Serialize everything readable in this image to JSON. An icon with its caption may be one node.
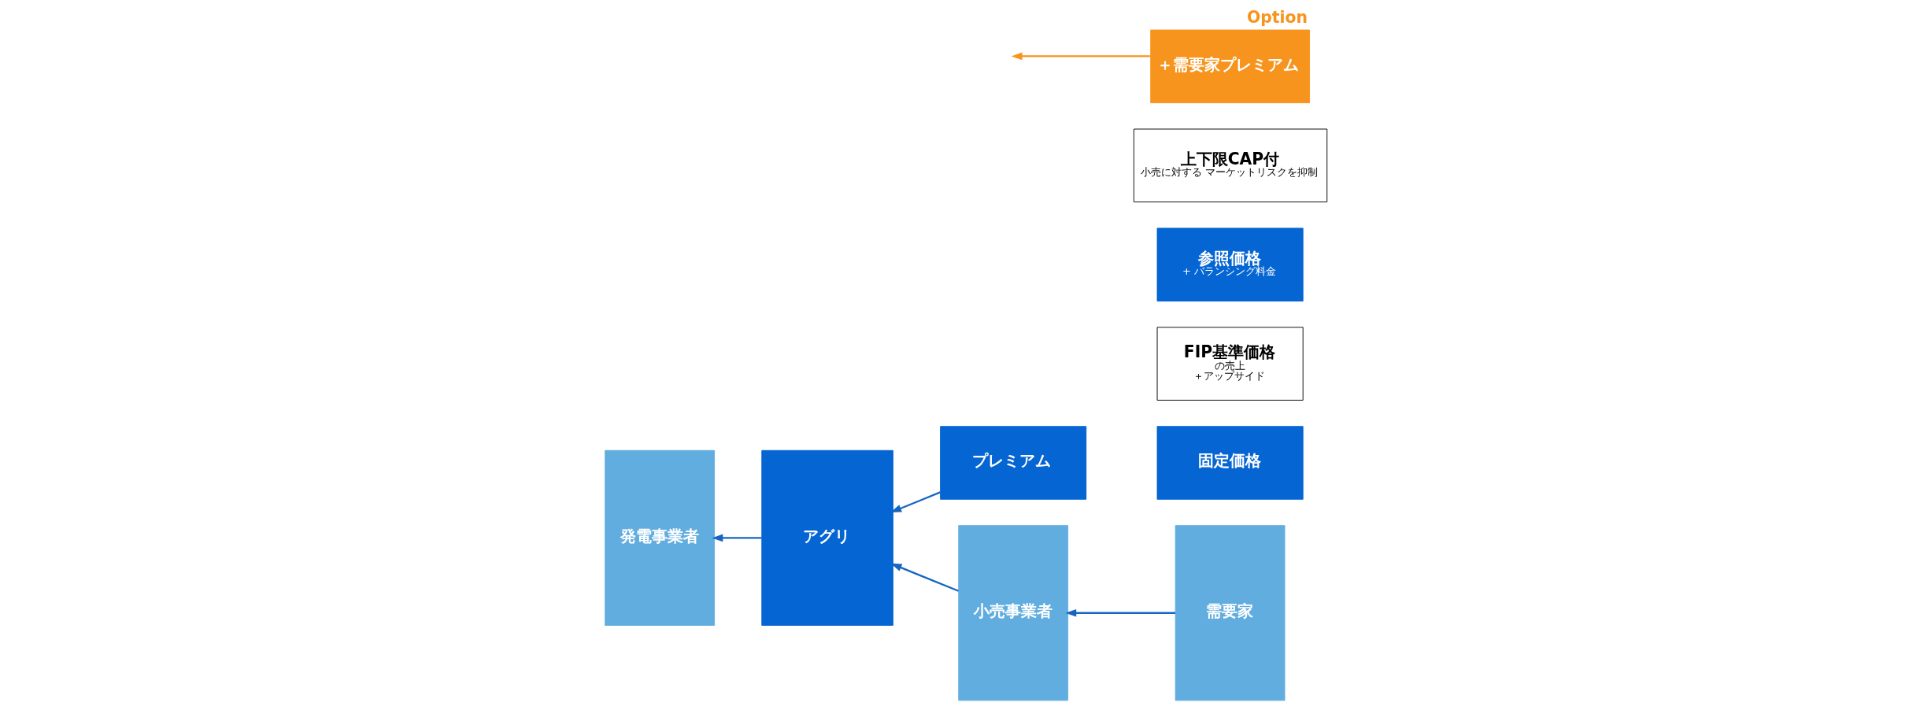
{
  "diagram": {
    "nodes": [
      {
        "text": [
          "発電事業者"
        ]
      },
      {
        "text": [
          "固定価格"
        ]
      },
      {
        "text": [
          "FIP基準価格",
          "の売上",
          "＋アップサイド"
        ]
      },
      {
        "text": [
          "プレミアム"
        ]
      },
      {
        "text": [
          "アグリ"
        ]
      },
      {
        "text": [
          "参照価格",
          "+ バランシング料金"
        ]
      },
      {
        "text": [
          "上下限CAP付",
          "小売に対する マーケットリスクを抑制"
        ]
      },
      {
        "text": [
          "小売事業者"
        ]
      },
      {
        "text": [
          "需要家"
        ]
      },
      {
        "text": [
          "＋需要家プレミアム"
        ],
        "beside": [
          "Option"
        ]
      }
    ],
    "edges": [
      {
        "from": 3,
        "to": 4,
        "arrow": "to"
      },
      {
        "from": 4,
        "to": 0,
        "arrow": "to"
      },
      {
        "from": 7,
        "to": 4,
        "arrow": "to"
      },
      {
        "from": 8,
        "to": 7,
        "arrow": "to"
      },
      {
        "from": 9,
        "to": null,
        "arrow": "to",
        "color": "#f7941d"
      }
    ]
  }
}
